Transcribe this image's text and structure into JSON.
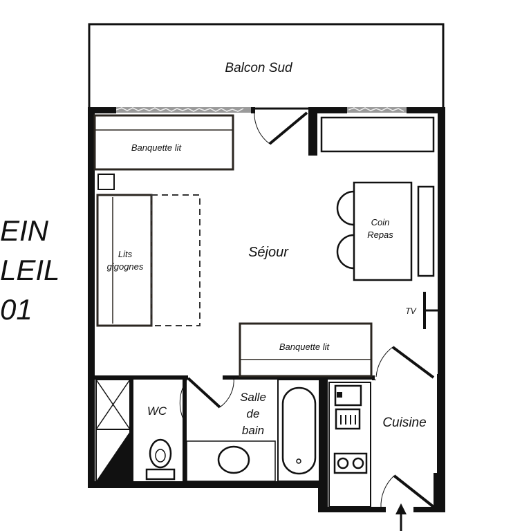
{
  "side_text": {
    "line1": "EIN",
    "line2": "LEIL",
    "line3": "01"
  },
  "rooms": {
    "balcony": "Balcon Sud",
    "living": "Séjour",
    "sofa_bed_top": "Banquette lit",
    "sofa_bed_bottom": "Banquette lit",
    "bunk_beds": [
      "Lits",
      "gigognes"
    ],
    "dining": [
      "Coin",
      "Repas"
    ],
    "tv": "TV",
    "wc": "WC",
    "bathroom": [
      "Salle",
      "de",
      "bain"
    ],
    "kitchen": "Cuisine"
  },
  "colors": {
    "wall": "#111111",
    "furniture": "#2b2620",
    "background": "#ffffff"
  }
}
